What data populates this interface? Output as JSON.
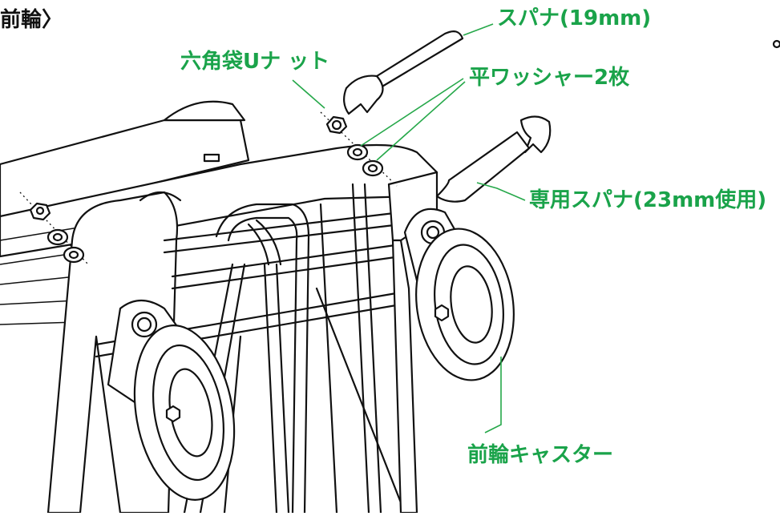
{
  "heading": "前輪〉",
  "labels": {
    "spanner": "スパナ(19mm)",
    "nut": "六角袋Uナ ット",
    "washer": "平ワッシャー2枚",
    "special_spanner": "専用スパナ(23mm使用)",
    "caster": "前輪キャスター"
  },
  "colors": {
    "label": "#1aa34a",
    "line": "#26a84a",
    "drawing": "#111111"
  }
}
